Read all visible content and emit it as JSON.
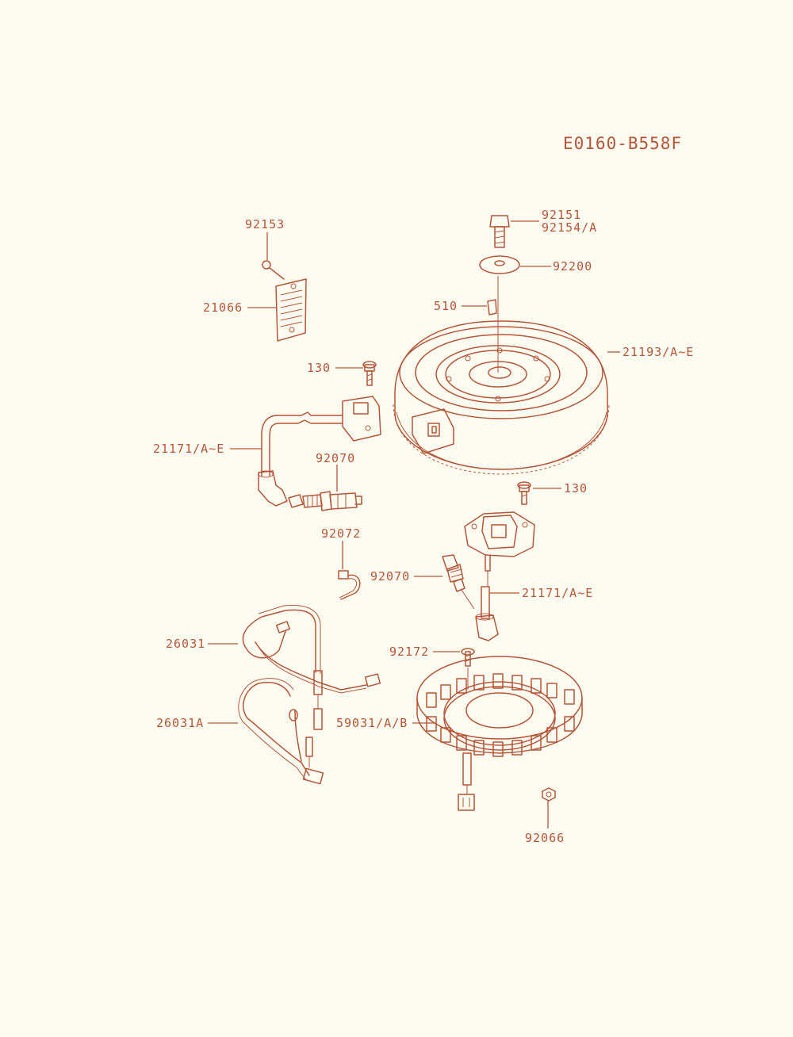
{
  "diagram_code": "E0160-B558F",
  "accent_color": "#b5553b",
  "background_color": "#fdfcf1",
  "labels": {
    "p92153": "92153",
    "p21066": "21066",
    "p130_top": "130",
    "p21171_left": "21171/A~E",
    "p92070_left": "92070",
    "p92072": "92072",
    "p26031": "26031",
    "p26031A": "26031A",
    "p92151": "92151",
    "p92154": "92154/A",
    "p92200": "92200",
    "p510": "510",
    "p21193": "21193/A~E",
    "p130_right": "130",
    "p92070_right": "92070",
    "p21171_right": "21171/A~E",
    "p92172": "92172",
    "p59031": "59031/A/B",
    "p92066": "92066"
  }
}
